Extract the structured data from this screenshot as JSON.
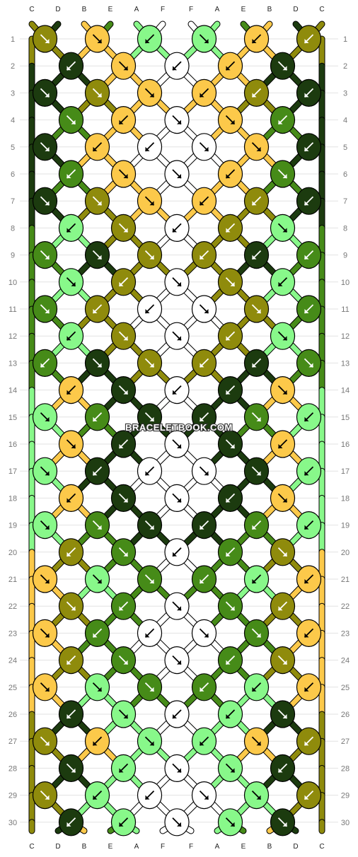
{
  "watermark": "BRACELETBOOK.COM",
  "rows": 30,
  "strands_top": [
    "C",
    "D",
    "B",
    "E",
    "A",
    "F",
    "F",
    "A",
    "E",
    "B",
    "D",
    "C"
  ],
  "strands_bottom": [
    "C",
    "D",
    "B",
    "E",
    "A",
    "F",
    "F",
    "A",
    "E",
    "B",
    "D",
    "C"
  ],
  "colors": {
    "A": "#88f88a",
    "B": "#fcc94a",
    "C": "#8f8b0c",
    "D": "#1c3b0f",
    "E": "#468b18",
    "F": "#ffffff"
  },
  "knot_rows": [
    [
      [
        "C",
        "fwd"
      ],
      [
        "B",
        "fwd"
      ],
      [
        "A",
        "bwd"
      ],
      [
        "A",
        "fwd"
      ],
      [
        "B",
        "bwd"
      ],
      [
        "C",
        "bwd"
      ]
    ],
    [
      [
        "D",
        "bwd"
      ],
      [
        "B",
        "fwd"
      ],
      [
        "F",
        "bwd"
      ],
      [
        "B",
        "bwd"
      ],
      [
        "D",
        "fwd"
      ]
    ],
    [
      [
        "D",
        "fwd"
      ],
      [
        "C",
        "fwd"
      ],
      [
        "B",
        "fwd"
      ],
      [
        "B",
        "bwd"
      ],
      [
        "C",
        "bwd"
      ],
      [
        "D",
        "bwd"
      ]
    ],
    [
      [
        "E",
        "fwd"
      ],
      [
        "B",
        "bwd"
      ],
      [
        "F",
        "fwd"
      ],
      [
        "B",
        "fwd"
      ],
      [
        "E",
        "bwd"
      ]
    ],
    [
      [
        "D",
        "fwd"
      ],
      [
        "B",
        "bwd"
      ],
      [
        "F",
        "bwd"
      ],
      [
        "F",
        "fwd"
      ],
      [
        "B",
        "fwd"
      ],
      [
        "D",
        "bwd"
      ]
    ],
    [
      [
        "E",
        "bwd"
      ],
      [
        "B",
        "fwd"
      ],
      [
        "F",
        "fwd"
      ],
      [
        "B",
        "bwd"
      ],
      [
        "E",
        "fwd"
      ]
    ],
    [
      [
        "D",
        "fwd"
      ],
      [
        "C",
        "fwd"
      ],
      [
        "B",
        "fwd"
      ],
      [
        "B",
        "bwd"
      ],
      [
        "C",
        "bwd"
      ],
      [
        "D",
        "bwd"
      ]
    ],
    [
      [
        "A",
        "bwd"
      ],
      [
        "C",
        "fwd"
      ],
      [
        "F",
        "bwd"
      ],
      [
        "C",
        "bwd"
      ],
      [
        "A",
        "fwd"
      ]
    ],
    [
      [
        "E",
        "fwd"
      ],
      [
        "D",
        "fwd"
      ],
      [
        "C",
        "fwd"
      ],
      [
        "C",
        "bwd"
      ],
      [
        "D",
        "bwd"
      ],
      [
        "E",
        "bwd"
      ]
    ],
    [
      [
        "A",
        "fwd"
      ],
      [
        "C",
        "bwd"
      ],
      [
        "F",
        "fwd"
      ],
      [
        "C",
        "fwd"
      ],
      [
        "A",
        "bwd"
      ]
    ],
    [
      [
        "E",
        "fwd"
      ],
      [
        "C",
        "bwd"
      ],
      [
        "F",
        "bwd"
      ],
      [
        "F",
        "fwd"
      ],
      [
        "C",
        "fwd"
      ],
      [
        "E",
        "bwd"
      ]
    ],
    [
      [
        "A",
        "bwd"
      ],
      [
        "C",
        "fwd"
      ],
      [
        "F",
        "fwd"
      ],
      [
        "C",
        "bwd"
      ],
      [
        "A",
        "fwd"
      ]
    ],
    [
      [
        "E",
        "bwd"
      ],
      [
        "D",
        "fwd"
      ],
      [
        "C",
        "fwd"
      ],
      [
        "C",
        "bwd"
      ],
      [
        "D",
        "bwd"
      ],
      [
        "E",
        "fwd"
      ]
    ],
    [
      [
        "B",
        "bwd"
      ],
      [
        "D",
        "fwd"
      ],
      [
        "F",
        "bwd"
      ],
      [
        "D",
        "bwd"
      ],
      [
        "B",
        "fwd"
      ]
    ],
    [
      [
        "A",
        "fwd"
      ],
      [
        "E",
        "bwd"
      ],
      [
        "D",
        "fwd"
      ],
      [
        "D",
        "bwd"
      ],
      [
        "E",
        "fwd"
      ],
      [
        "A",
        "bwd"
      ]
    ],
    [
      [
        "B",
        "fwd"
      ],
      [
        "D",
        "bwd"
      ],
      [
        "F",
        "fwd"
      ],
      [
        "D",
        "fwd"
      ],
      [
        "B",
        "bwd"
      ]
    ],
    [
      [
        "A",
        "fwd"
      ],
      [
        "D",
        "bwd"
      ],
      [
        "F",
        "bwd"
      ],
      [
        "F",
        "fwd"
      ],
      [
        "D",
        "fwd"
      ],
      [
        "A",
        "bwd"
      ]
    ],
    [
      [
        "B",
        "bwd"
      ],
      [
        "D",
        "fwd"
      ],
      [
        "F",
        "fwd"
      ],
      [
        "D",
        "bwd"
      ],
      [
        "B",
        "fwd"
      ]
    ],
    [
      [
        "A",
        "fwd"
      ],
      [
        "E",
        "fwd"
      ],
      [
        "D",
        "fwd"
      ],
      [
        "D",
        "bwd"
      ],
      [
        "E",
        "bwd"
      ],
      [
        "A",
        "bwd"
      ]
    ],
    [
      [
        "C",
        "bwd"
      ],
      [
        "E",
        "fwd"
      ],
      [
        "F",
        "bwd"
      ],
      [
        "E",
        "bwd"
      ],
      [
        "C",
        "fwd"
      ]
    ],
    [
      [
        "B",
        "fwd"
      ],
      [
        "A",
        "fwd"
      ],
      [
        "E",
        "fwd"
      ],
      [
        "E",
        "bwd"
      ],
      [
        "A",
        "bwd"
      ],
      [
        "B",
        "bwd"
      ]
    ],
    [
      [
        "C",
        "fwd"
      ],
      [
        "E",
        "bwd"
      ],
      [
        "F",
        "fwd"
      ],
      [
        "E",
        "fwd"
      ],
      [
        "C",
        "bwd"
      ]
    ],
    [
      [
        "B",
        "fwd"
      ],
      [
        "E",
        "bwd"
      ],
      [
        "F",
        "bwd"
      ],
      [
        "F",
        "fwd"
      ],
      [
        "E",
        "fwd"
      ],
      [
        "B",
        "bwd"
      ]
    ],
    [
      [
        "C",
        "bwd"
      ],
      [
        "E",
        "fwd"
      ],
      [
        "F",
        "fwd"
      ],
      [
        "E",
        "bwd"
      ],
      [
        "C",
        "fwd"
      ]
    ],
    [
      [
        "B",
        "fwd"
      ],
      [
        "A",
        "fwd"
      ],
      [
        "E",
        "fwd"
      ],
      [
        "E",
        "bwd"
      ],
      [
        "A",
        "bwd"
      ],
      [
        "B",
        "bwd"
      ]
    ],
    [
      [
        "D",
        "bwd"
      ],
      [
        "A",
        "fwd"
      ],
      [
        "F",
        "bwd"
      ],
      [
        "A",
        "bwd"
      ],
      [
        "D",
        "fwd"
      ]
    ],
    [
      [
        "C",
        "fwd"
      ],
      [
        "B",
        "bwd"
      ],
      [
        "A",
        "fwd"
      ],
      [
        "A",
        "bwd"
      ],
      [
        "B",
        "fwd"
      ],
      [
        "C",
        "bwd"
      ]
    ],
    [
      [
        "D",
        "fwd"
      ],
      [
        "A",
        "bwd"
      ],
      [
        "F",
        "fwd"
      ],
      [
        "A",
        "fwd"
      ],
      [
        "D",
        "bwd"
      ]
    ],
    [
      [
        "C",
        "fwd"
      ],
      [
        "A",
        "bwd"
      ],
      [
        "F",
        "bwd"
      ],
      [
        "F",
        "fwd"
      ],
      [
        "A",
        "fwd"
      ],
      [
        "C",
        "bwd"
      ]
    ],
    [
      [
        "D",
        "bwd"
      ],
      [
        "A",
        "bwd"
      ],
      [
        "F",
        "fwd"
      ],
      [
        "A",
        "fwd"
      ],
      [
        "D",
        "fwd"
      ]
    ]
  ]
}
